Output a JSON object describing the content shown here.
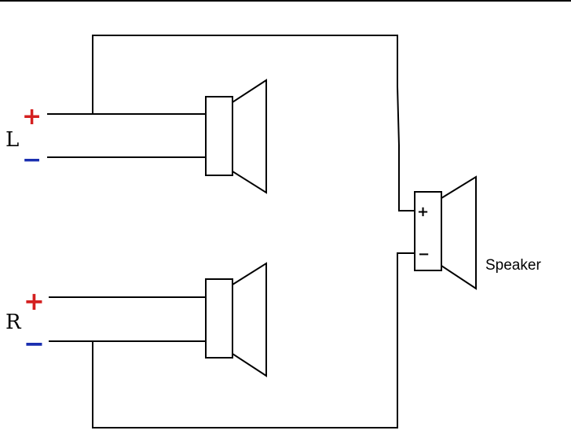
{
  "labels": {
    "left_channel": "L",
    "right_channel": "R",
    "speaker": "Speaker"
  },
  "terminals": {
    "left_plus": "+",
    "left_minus": "−",
    "right_plus": "+",
    "right_minus": "−",
    "speaker_plus": "+",
    "speaker_minus": "−"
  },
  "colors": {
    "positive": "#d42020",
    "negative": "#1a2fb0",
    "wire": "#000000"
  }
}
